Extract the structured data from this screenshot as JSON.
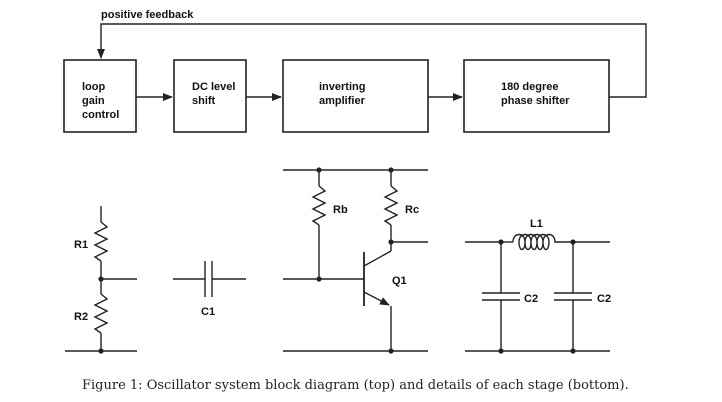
{
  "feedback_label": "positive feedback",
  "blocks": [
    {
      "lines": [
        "loop",
        "gain",
        "control"
      ]
    },
    {
      "lines": [
        "DC level",
        "shift"
      ]
    },
    {
      "lines": [
        "inverting",
        "amplifier"
      ]
    },
    {
      "lines": [
        "180 degree",
        "phase shifter"
      ]
    }
  ],
  "components": {
    "r1": "R1",
    "r2": "R2",
    "c1": "C1",
    "rb": "Rb",
    "rc": "Rc",
    "q1": "Q1",
    "l1": "L1",
    "c2a": "C2",
    "c2b": "C2"
  },
  "caption": "Figure 1: Oscillator system block diagram (top) and details of each stage (bottom).",
  "colors": {
    "ink": "#222222",
    "background": "#ffffff"
  }
}
